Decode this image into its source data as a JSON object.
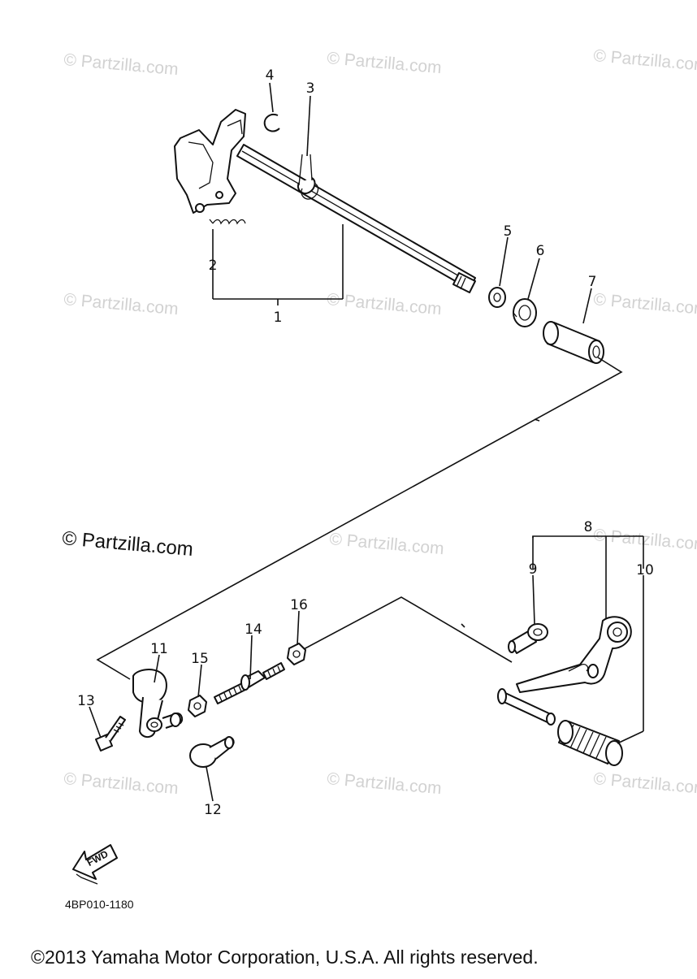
{
  "watermark": {
    "text": "© Partzilla.com",
    "prominent_text": "© Partzilla.com"
  },
  "callouts": [
    {
      "id": "1",
      "label": "1"
    },
    {
      "id": "2",
      "label": "2"
    },
    {
      "id": "3",
      "label": "3"
    },
    {
      "id": "4",
      "label": "4"
    },
    {
      "id": "5",
      "label": "5"
    },
    {
      "id": "6",
      "label": "6"
    },
    {
      "id": "7",
      "label": "7"
    },
    {
      "id": "8",
      "label": "8"
    },
    {
      "id": "9",
      "label": "9"
    },
    {
      "id": "10",
      "label": "10"
    },
    {
      "id": "11",
      "label": "11"
    },
    {
      "id": "12",
      "label": "12"
    },
    {
      "id": "13",
      "label": "13"
    },
    {
      "id": "14",
      "label": "14"
    },
    {
      "id": "15",
      "label": "15"
    },
    {
      "id": "16",
      "label": "16"
    }
  ],
  "direction_badge": "FWD",
  "diagram_code": "4BP010-1180",
  "copyright": "©2013 Yamaha Motor Corporation, U.S.A. All rights reserved."
}
